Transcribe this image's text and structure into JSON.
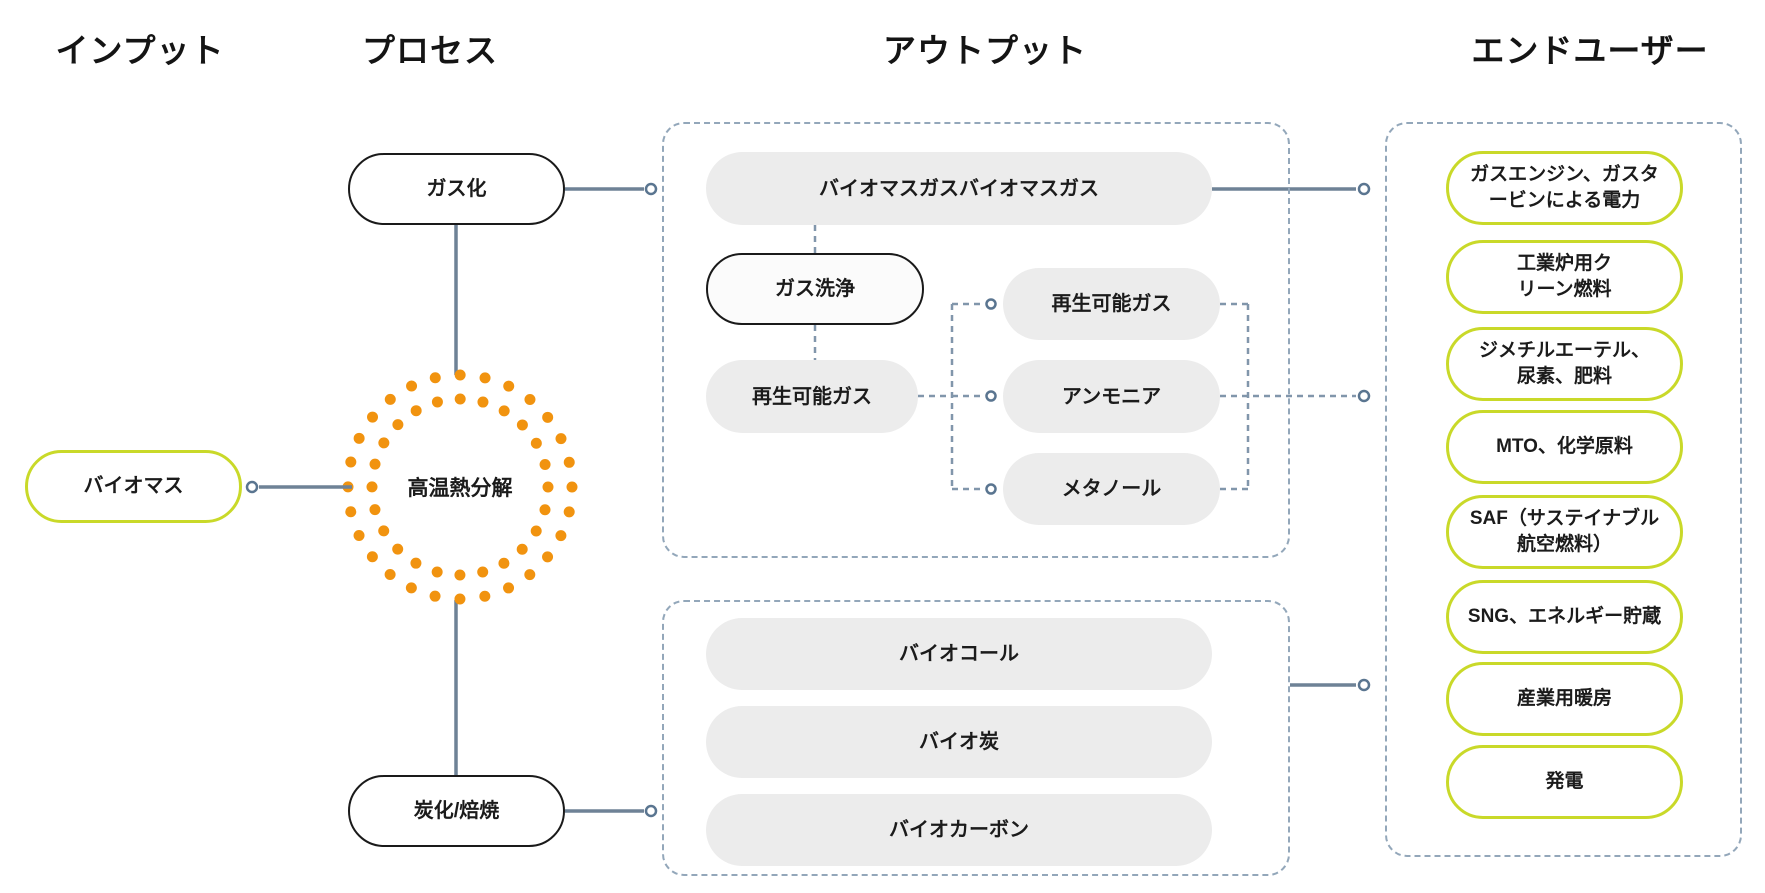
{
  "headers": {
    "input": "インプット",
    "process": "プロセス",
    "output": "アウトプット",
    "end_user": "エンドユーザー"
  },
  "input": {
    "biomass": "バイオマス"
  },
  "process": {
    "gasification": "ガス化",
    "pyrolysis": "高温熱分解",
    "carbonization": "炭化/焙焼"
  },
  "output_gas_box": {
    "biomass_gas": "バイオマスガスバイオマスガス",
    "gas_cleaning": "ガス洗浄",
    "renewable_gas": "再生可能ガス",
    "products": [
      {
        "label": "再生可能ガス"
      },
      {
        "label": "アンモニア"
      },
      {
        "label": "メタノール"
      }
    ]
  },
  "output_solid_box": {
    "products": [
      {
        "label": "バイオコール"
      },
      {
        "label": "バイオ炭"
      },
      {
        "label": "バイオカーボン"
      }
    ]
  },
  "end_users": {
    "items": [
      {
        "label": "ガスエンジン、ガスタ\nービンによる電力"
      },
      {
        "label": "工業炉用ク\nリーン燃料"
      },
      {
        "label": "ジメチルエーテル、\n尿素、肥料"
      },
      {
        "label": "MTO、化学原料"
      },
      {
        "label": "SAF（サステイナブル\n航空燃料）"
      },
      {
        "label": "SNG、エネルギー貯蔵"
      },
      {
        "label": "産業用暖房"
      },
      {
        "label": "発電"
      }
    ]
  },
  "colors": {
    "lime_accent": "#c9d929",
    "orange_dots": "#f1930f",
    "solid_connector": "#6e8296",
    "dashed_connector": "#8196ab",
    "dashed_box_border": "#93a7ba",
    "pill_grey": "#ececec",
    "text": "#1b1b1b"
  }
}
